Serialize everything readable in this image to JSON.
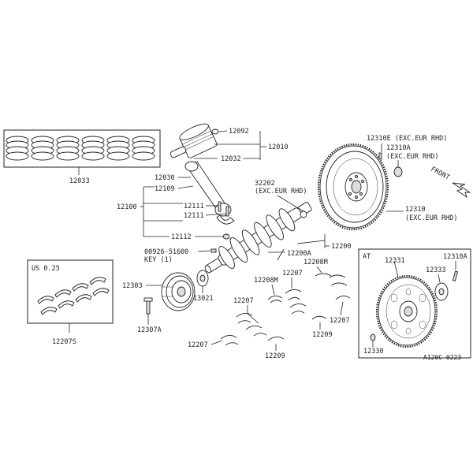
{
  "labels": {
    "p12033": "12033",
    "p12010": "12010",
    "p12030": "12030",
    "p12109": "12109",
    "p12032": "12032",
    "p12100": "12100",
    "p12111a": "12111",
    "p12111b": "12111",
    "p12112": "12112",
    "p12303": "12303",
    "p12307a": "12307A",
    "p13021": "13021",
    "key_part": "00926-51600",
    "key_name": "KEY (1)",
    "p12200": "12200",
    "p12200a": "12200A",
    "p12208m_a": "12208M",
    "p12208m_b": "12208M",
    "p12207_a": "12207",
    "p12207_b": "12207",
    "p12207_c": "12207",
    "p12207_d": "12207",
    "p12209_a": "12209",
    "p12209_b": "12209",
    "p32202": "32202",
    "p32202_note": "(EXC.EUR RHD)",
    "p12310e": "12310E (EXC.EUR RHD)",
    "p12310a_top": "12310A",
    "p12310a_top_note": "(EXC.EUR RHD)",
    "p12310": "12310",
    "p12310_note": "(EXC.EUR RHD)",
    "front": "FRONT",
    "us": "US 0.25",
    "p12207s": "12207S",
    "at": "AT",
    "p12331": "12331",
    "p12310a_at": "12310A",
    "p12333": "12333",
    "p12330": "12330",
    "code": "A120C 0223",
    "p12092": "12092"
  }
}
